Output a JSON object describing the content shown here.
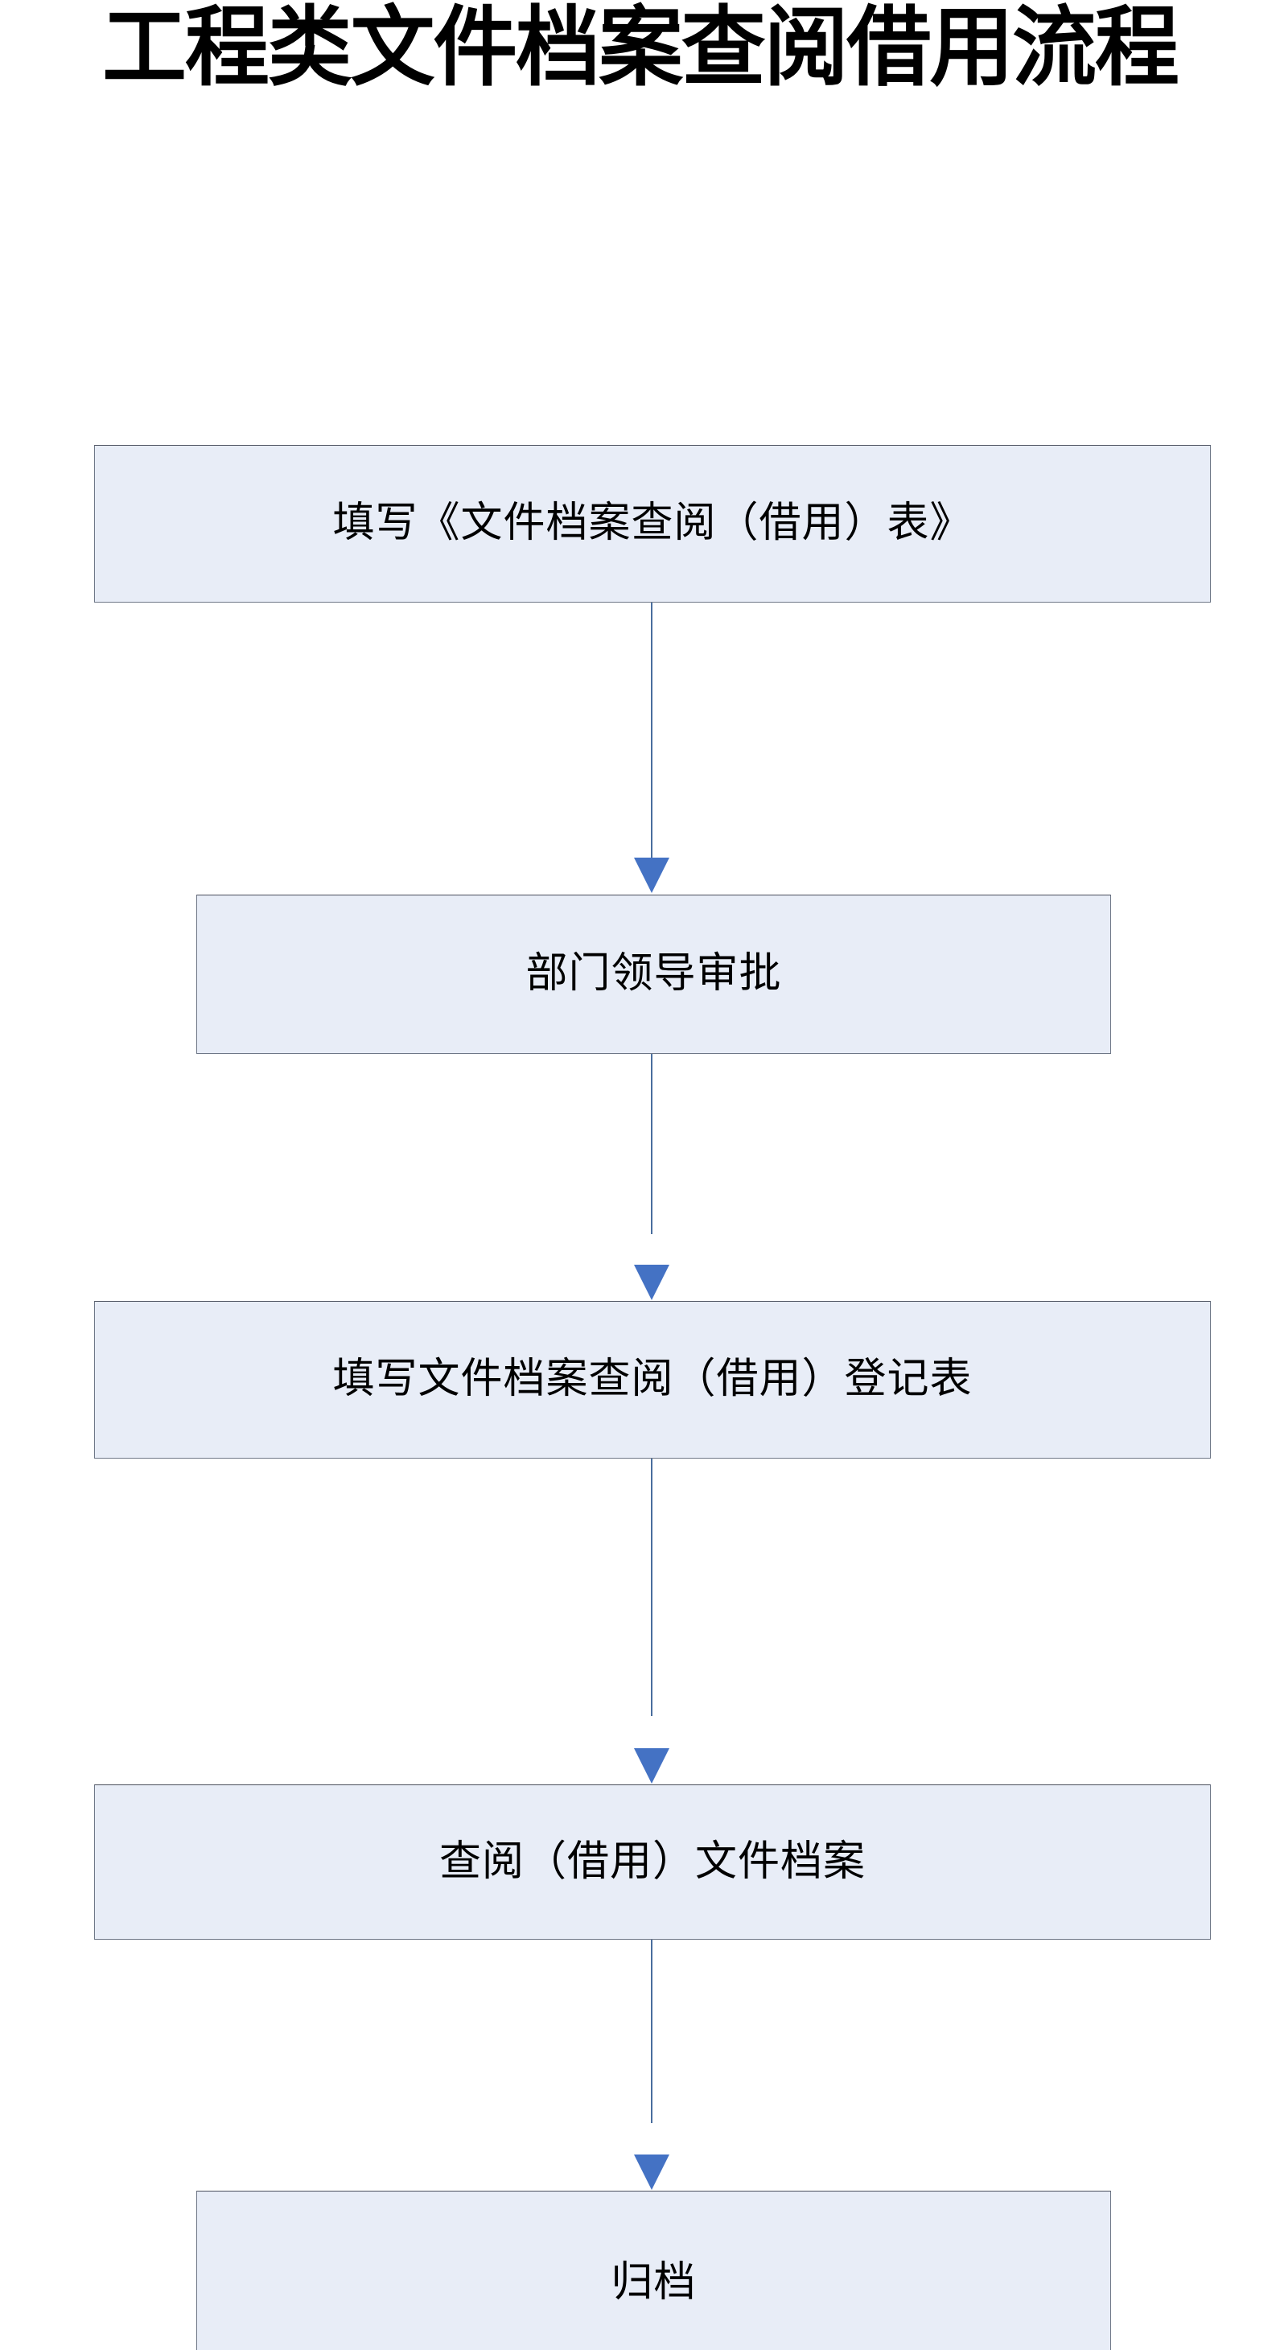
{
  "title": "工程类文件档案查阅借用流程",
  "colors": {
    "node_fill": "#E8EDF7",
    "node_border": "#6E7787",
    "connector_line": "#4A6E9E",
    "arrowhead": "#4472C4",
    "title_text": "#000000",
    "page_background": "#FFFFFF"
  },
  "flowchart": {
    "type": "flowchart",
    "orientation": "top-to-bottom",
    "nodes": [
      {
        "id": "step-1",
        "label": "填写《文件档案查阅（借用）表》",
        "shape": "rectangle"
      },
      {
        "id": "step-2",
        "label": "部门领导审批",
        "shape": "rectangle"
      },
      {
        "id": "step-3",
        "label": "填写文件档案查阅（借用）登记表",
        "shape": "rectangle"
      },
      {
        "id": "step-4",
        "label": "查阅（借用）文件档案",
        "shape": "rectangle"
      },
      {
        "id": "step-5",
        "label": "归档",
        "shape": "rectangle"
      }
    ],
    "edges": [
      {
        "from": "step-1",
        "to": "step-2",
        "label": "",
        "arrow": "down"
      },
      {
        "from": "step-2",
        "to": "step-3",
        "label": "",
        "arrow": "down"
      },
      {
        "from": "step-3",
        "to": "step-4",
        "label": "",
        "arrow": "down"
      },
      {
        "from": "step-4",
        "to": "step-5",
        "label": "",
        "arrow": "down"
      }
    ]
  }
}
